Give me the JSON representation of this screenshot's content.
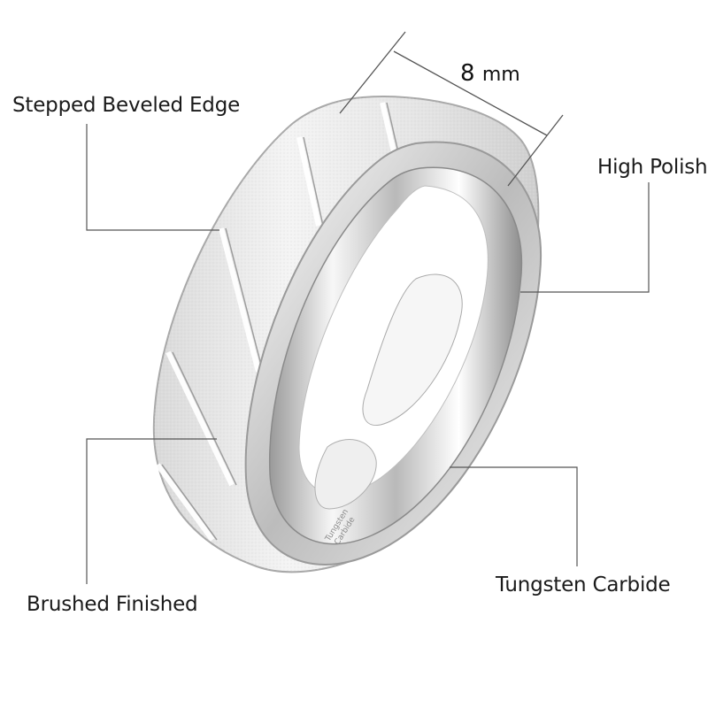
{
  "dimension": {
    "value": "8",
    "unit": "mm"
  },
  "callouts": {
    "stepped_beveled_edge": "Stepped Beveled Edge",
    "high_polish": "High Polish",
    "brushed_finished": "Brushed Finished",
    "tungsten_carbide": "Tungsten Carbide"
  },
  "engraving": {
    "line1": "Tungsten",
    "line2": "Carbide"
  },
  "colors": {
    "line": "#555555",
    "metal_light": "#f2f2f2",
    "metal_mid": "#c8c8c8",
    "metal_dark": "#8c8c8c"
  }
}
